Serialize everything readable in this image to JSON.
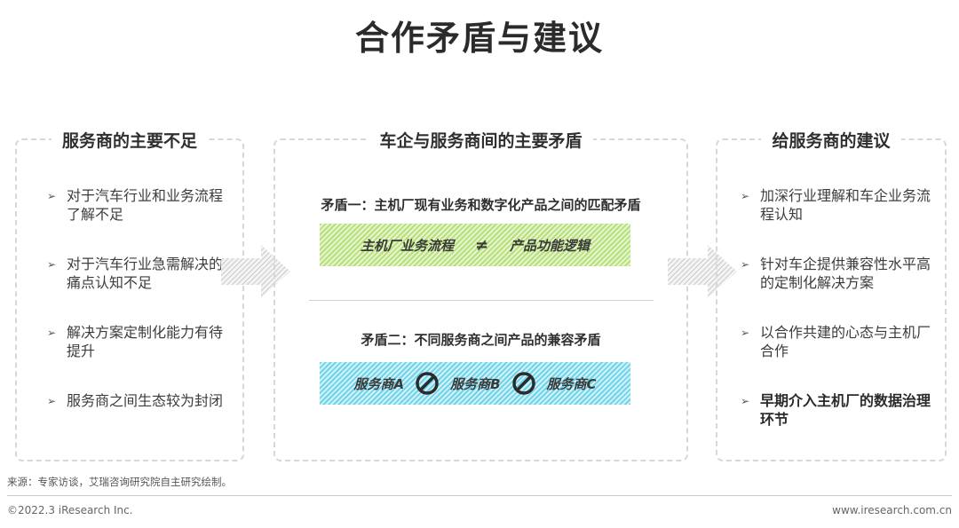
{
  "title": "合作矛盾与建议",
  "left_panel": {
    "heading": "服务商的主要不足",
    "items": [
      "对于汽车行业和业务流程了解不足",
      "对于汽车行业急需解决的痛点认知不足",
      "解决方案定制化能力有待提升",
      "服务商之间生态较为封闭"
    ]
  },
  "middle_panel": {
    "heading": "车企与服务商间的主要矛盾",
    "conflict1": {
      "title": "矛盾一：主机厂现有业务和数字化产品之间的匹配矛盾",
      "left": "主机厂业务流程",
      "symbol": "≠",
      "right": "产品功能逻辑",
      "color": "#b7e07a"
    },
    "conflict2": {
      "title": "矛盾二：不同服务商之间产品的兼容矛盾",
      "providers": [
        "服务商A",
        "服务商B",
        "服务商C"
      ],
      "icon": "prohibited-icon",
      "color": "#6fd4ea"
    }
  },
  "right_panel": {
    "heading": "给服务商的建议",
    "items": [
      "加深行业理解和车企业务流程认知",
      "针对车企提供兼容性水平高的定制化解决方案",
      "以合作共建的心态与主机厂合作",
      "早期介入主机厂的数据治理环节"
    ]
  },
  "source": "来源：专家访谈，艾瑞咨询研究院自主研究绘制。",
  "footer": {
    "copyright": "©2022.3 iResearch Inc.",
    "website": "www.iresearch.com.cn"
  }
}
